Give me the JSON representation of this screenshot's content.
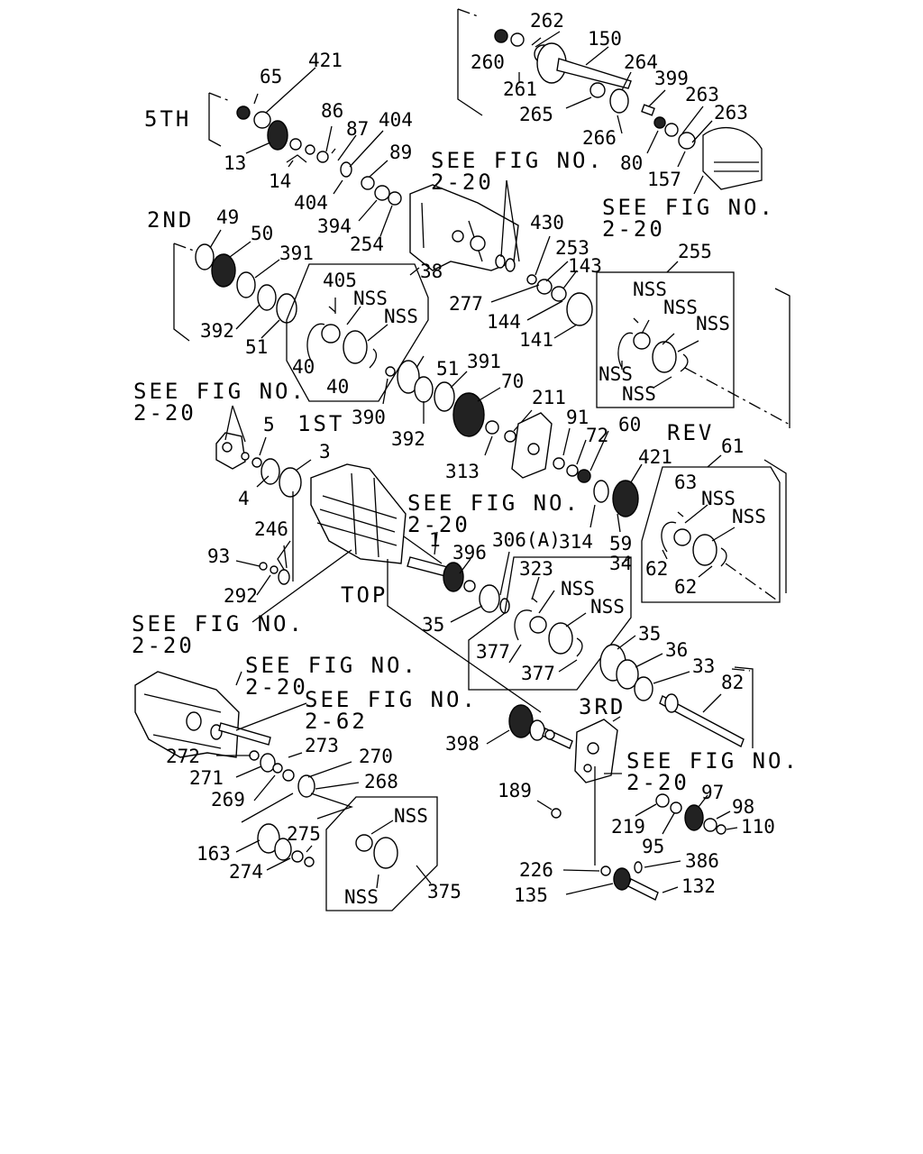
{
  "gear_labels": {
    "fifth": "5TH",
    "second": "2ND",
    "first": "1ST",
    "reverse": "REV",
    "third": "3RD",
    "top": "TOP"
  },
  "references": {
    "see_fig": "SEE FIG NO.",
    "fig_2_20": "2-20",
    "fig_2_62": "2-62"
  },
  "nss": "NSS",
  "part_numbers": {
    "p260": "260",
    "p262": "262",
    "p150": "150",
    "p261": "261",
    "p264": "264",
    "p399": "399",
    "p265": "265",
    "p263a": "263",
    "p263b": "263",
    "p266": "266",
    "p80": "80",
    "p157": "157",
    "p65": "65",
    "p421a": "421",
    "p86": "86",
    "p87": "87",
    "p404a": "404",
    "p13": "13",
    "p14": "14",
    "p404b": "404",
    "p89": "89",
    "p394": "394",
    "p254": "254",
    "p430": "430",
    "p253": "253",
    "p143": "143",
    "p277": "277",
    "p144": "144",
    "p141": "141",
    "p255": "255",
    "p49": "49",
    "p50": "50",
    "p391a": "391",
    "p392a": "392",
    "p51a": "51",
    "p38": "38",
    "p405": "405",
    "p40a": "40",
    "p40b": "40",
    "p51b": "51",
    "p391b": "391",
    "p70": "70",
    "p211": "211",
    "p390": "390",
    "p392b": "392",
    "p313": "313",
    "p91": "91",
    "p60": "60",
    "p72": "72",
    "p421b": "421",
    "p61": "61",
    "p5": "5",
    "p3": "3",
    "p4": "4",
    "p63": "63",
    "p314": "314",
    "p59": "59",
    "p246": "246",
    "p93": "93",
    "p292": "292",
    "p1": "1",
    "p396": "396",
    "p306": "306(A)",
    "p34": "34",
    "p323": "323",
    "p62a": "62",
    "p62b": "62",
    "p35a": "35",
    "p377a": "377",
    "p377b": "377",
    "p35b": "35",
    "p36": "36",
    "p33": "33",
    "p82": "82",
    "p398": "398",
    "p272": "272",
    "p273": "273",
    "p270": "270",
    "p271": "271",
    "p269": "269",
    "p268": "268",
    "p189": "189",
    "p97": "97",
    "p98": "98",
    "p219": "219",
    "p110": "110",
    "p95": "95",
    "p163": "163",
    "p275": "275",
    "p274": "274",
    "p375": "375",
    "p226": "226",
    "p386": "386",
    "p135": "135",
    "p132": "132"
  }
}
